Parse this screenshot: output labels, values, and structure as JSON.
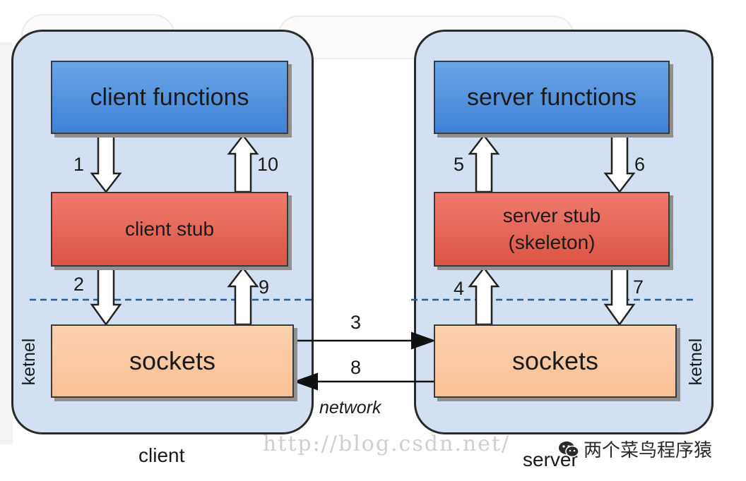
{
  "client": {
    "functions_label": "client functions",
    "stub_label": "client stub",
    "sockets_label": "sockets",
    "kernel_label": "ketnel",
    "caption": "client"
  },
  "server": {
    "functions_label": "server functions",
    "stub_label": "server stub\n(skeleton)",
    "sockets_label": "sockets",
    "kernel_label": "ketnel",
    "caption": "server"
  },
  "steps": [
    "1",
    "2",
    "3",
    "4",
    "5",
    "6",
    "7",
    "8",
    "9",
    "10"
  ],
  "network_label": "network",
  "watermark": "http://blog.csdn.net/",
  "wechat_account": "两个菜鸟程序猿",
  "colors": {
    "panel": "#d3e0f1",
    "functions": "#4a8ddc",
    "stub": "#e4604f",
    "sockets": "#fac69c",
    "kernel_line": "#2d5d8e"
  }
}
